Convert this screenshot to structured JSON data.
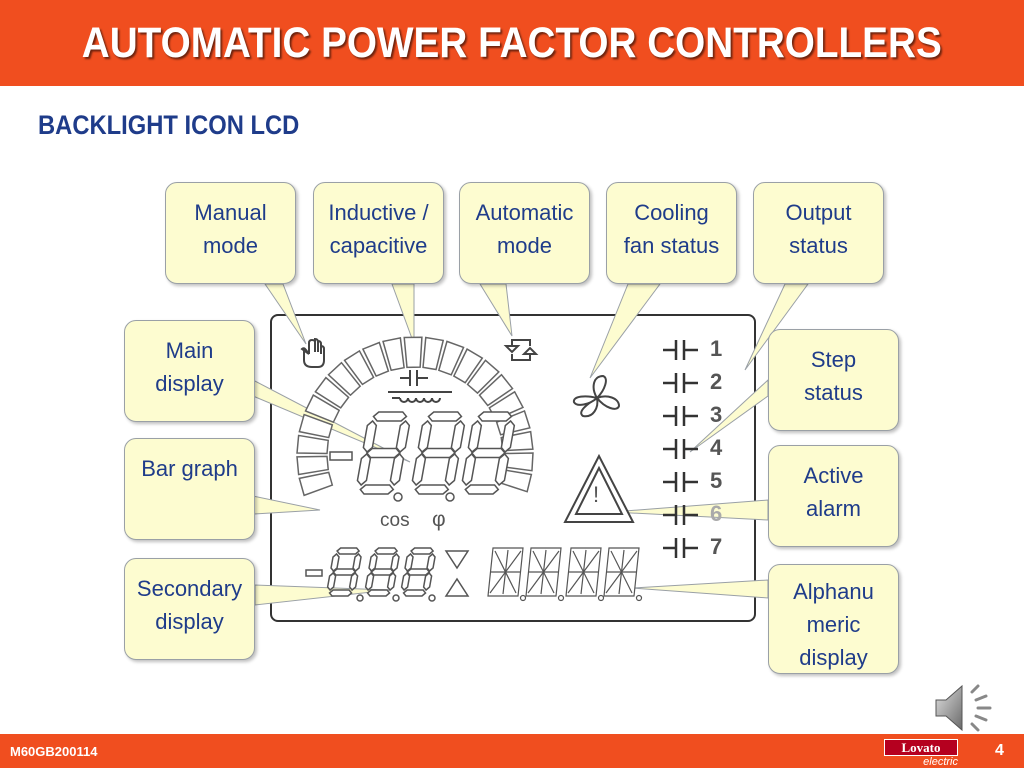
{
  "header": {
    "title": "AUTOMATIC POWER FACTOR CONTROLLERS"
  },
  "subtitle": "BACKLIGHT ICON LCD",
  "callouts": {
    "manual_mode": [
      "Manual",
      "mode"
    ],
    "inductive_capacitive": [
      "Inductive /",
      "capacitive"
    ],
    "automatic_mode": [
      "Automatic",
      "mode"
    ],
    "cooling_fan": [
      "Cooling",
      "fan status"
    ],
    "output_status": [
      "Output",
      "status"
    ],
    "main_display": [
      "Main",
      "display"
    ],
    "bar_graph": [
      "Bar graph"
    ],
    "secondary_display": [
      "Secondary",
      "display"
    ],
    "step_status": [
      "Step",
      "status"
    ],
    "active_alarm": [
      "Active",
      "alarm"
    ],
    "alphanumeric": [
      "Alphanu",
      "meric",
      "display"
    ]
  },
  "lcd": {
    "cos_label": "cos",
    "phi_label": "φ",
    "step_numbers": [
      "1",
      "2",
      "3",
      "4",
      "5",
      "6",
      "7"
    ],
    "alarm_symbol": "!"
  },
  "footer": {
    "code": "M60GB200114",
    "page": "4",
    "brand": "Lovato",
    "brand_sub": "electric"
  },
  "colors": {
    "accent": "#f04e1f",
    "title_blue": "#1f3c8a",
    "callout_fill": "#fdfcd0",
    "lcd_segment": "#555555"
  },
  "icons": [
    "hand-icon",
    "capacitor-icon",
    "inductor-icon",
    "auto-cycle-icon",
    "fan-icon",
    "alarm-triangle-icon",
    "speaker-icon"
  ]
}
